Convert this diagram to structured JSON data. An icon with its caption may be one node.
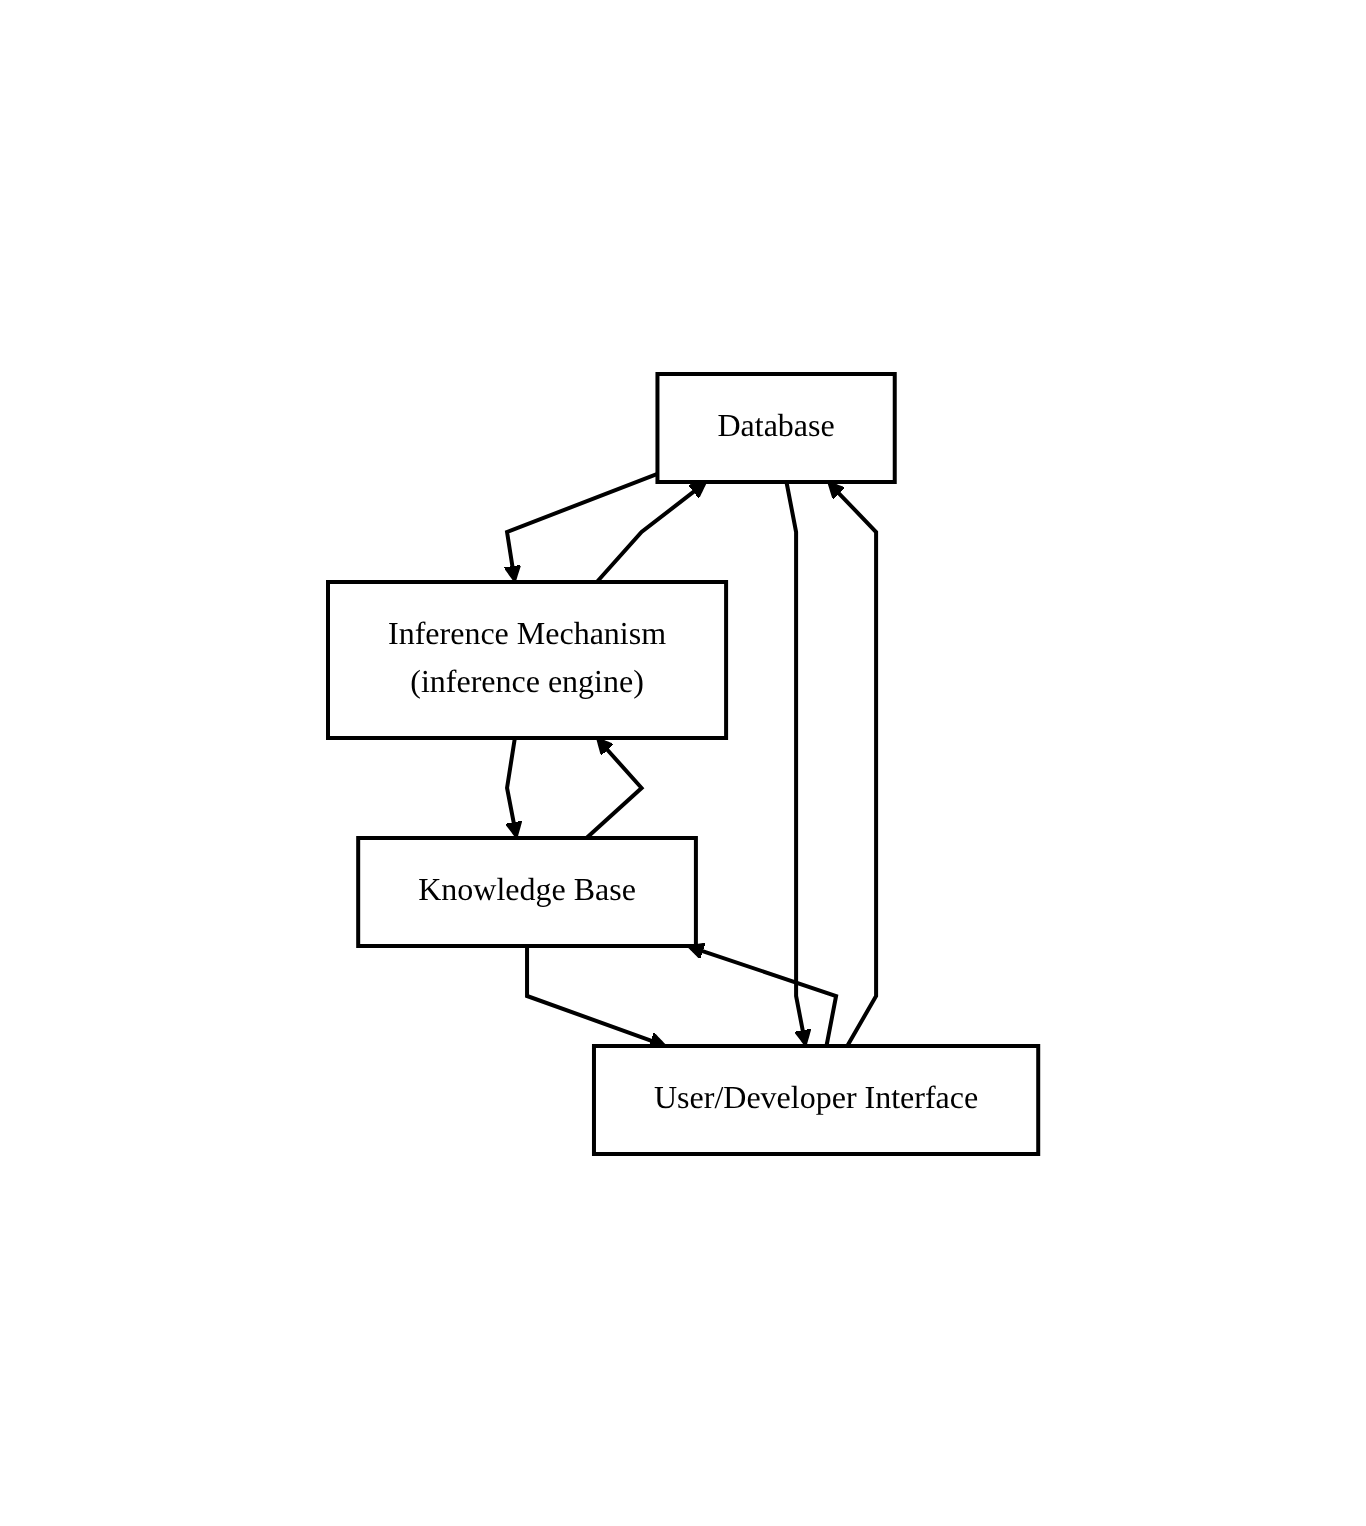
{
  "diagram": {
    "nodes": [
      {
        "text": [
          "Database"
        ]
      },
      {
        "text": [
          "Inference Mechanism",
          "(inference engine)"
        ]
      },
      {
        "text": [
          "Knowledge Base"
        ]
      },
      {
        "text": [
          "User/Developer Interface"
        ]
      }
    ],
    "edges": [
      {
        "from": 0,
        "to": 1,
        "arrow": "to"
      },
      {
        "from": 1,
        "to": 0,
        "arrow": "to"
      },
      {
        "from": 1,
        "to": 2,
        "arrow": "to"
      },
      {
        "from": 2,
        "to": 1,
        "arrow": "to"
      },
      {
        "from": 2,
        "to": 3,
        "arrow": "to"
      },
      {
        "from": 3,
        "to": 2,
        "arrow": "to"
      },
      {
        "from": 3,
        "to": 0,
        "arrow": "to"
      },
      {
        "from": 0,
        "to": 3,
        "arrow": "to"
      }
    ]
  }
}
